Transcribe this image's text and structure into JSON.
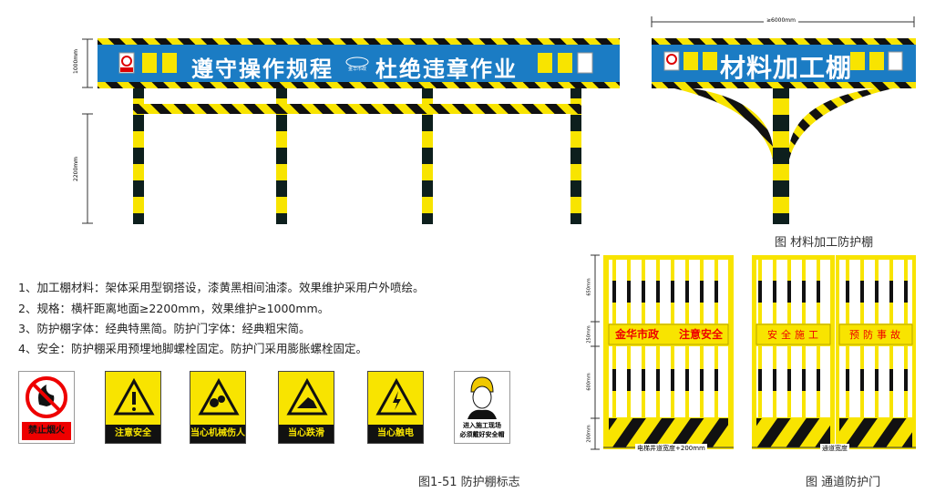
{
  "left_banner": {
    "text_left": "遵守操作规程",
    "text_right": "杜绝违章作业",
    "logo_text": "金华市政",
    "dim_height": "1000mm",
    "dim_post": "2200mm"
  },
  "right_banner": {
    "text": "材料加工棚",
    "dim_width": "≥6000mm",
    "caption": "图  材料加工防护棚"
  },
  "notes": [
    "1、加工棚材料：架体采用型钢搭设，漆黄黑相间油漆。效果维护采用户外喷绘。",
    "2、规格：横杆距离地面≥2200mm，效果维护≥1000mm。",
    "3、防护棚字体：经典特黑简。防护门字体：经典粗宋简。",
    "4、安全：防护棚采用预埋地脚螺栓固定。防护门采用膨胀螺栓固定。"
  ],
  "signs": [
    {
      "label": "禁止烟火",
      "icon": "no-fire-icon"
    },
    {
      "label": "注意安全",
      "icon": "caution-icon"
    },
    {
      "label": "当心机械伤人",
      "icon": "machinery-icon"
    },
    {
      "label": "当心跌滑",
      "icon": "slip-icon"
    },
    {
      "label": "当心触电",
      "icon": "electric-icon"
    },
    {
      "label_line1": "进入施工现场",
      "label_line2": "必须戴好安全帽",
      "icon": "helmet-worker-icon"
    }
  ],
  "signs_caption": "图1-51 防护棚标志",
  "gates": {
    "left_sign": "金华市政",
    "left_sign2": "注意安全",
    "right_sign1": "安全施工",
    "right_sign2": "预防事故",
    "dims": [
      "650mm",
      "250mm",
      "600mm",
      "200mm"
    ],
    "left_width": "电梯井道宽度+200mm",
    "right_width": "通道宽度",
    "caption": "图  通道防护门"
  },
  "colors": {
    "blue": "#1b7cc4",
    "yellow": "#f8e400",
    "black": "#111"
  }
}
